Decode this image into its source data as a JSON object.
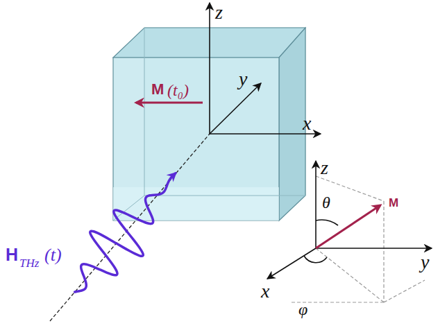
{
  "diagram": {
    "labels": [
      "z",
      "y",
      "x",
      "M",
      "(t₀)",
      "H",
      "THz",
      "(t)",
      "z",
      "y",
      "x",
      "θ",
      "φ",
      "M"
    ]
  }
}
